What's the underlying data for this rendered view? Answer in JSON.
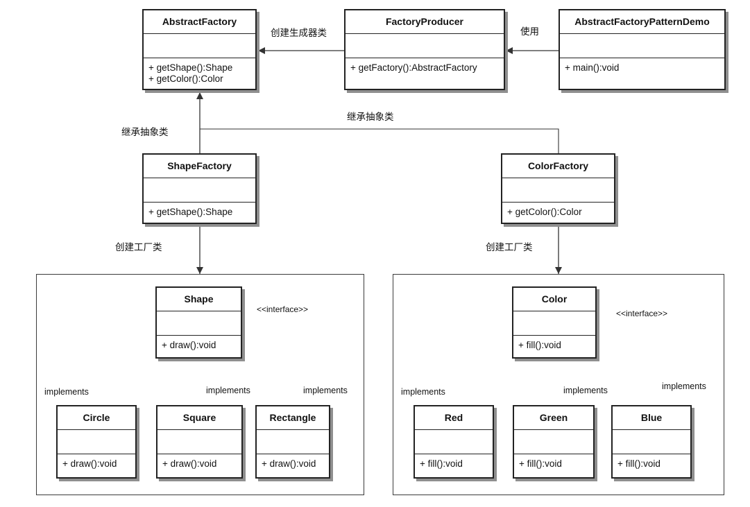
{
  "classes": {
    "abstract_factory": {
      "name": "AbstractFactory",
      "ops": [
        "+ getShape():Shape",
        "+ getColor():Color"
      ]
    },
    "factory_producer": {
      "name": "FactoryProducer",
      "ops": [
        "+ getFactory():AbstractFactory"
      ]
    },
    "demo": {
      "name": "AbstractFactoryPatternDemo",
      "ops": [
        "+ main():void"
      ]
    },
    "shape_factory": {
      "name": "ShapeFactory",
      "ops": [
        "+ getShape():Shape"
      ]
    },
    "color_factory": {
      "name": "ColorFactory",
      "ops": [
        "+ getColor():Color"
      ]
    },
    "shape": {
      "name": "Shape",
      "ops": [
        "+ draw():void"
      ]
    },
    "circle": {
      "name": "Circle",
      "ops": [
        "+ draw():void"
      ]
    },
    "square": {
      "name": "Square",
      "ops": [
        "+ draw():void"
      ]
    },
    "rectangle": {
      "name": "Rectangle",
      "ops": [
        "+ draw():void"
      ]
    },
    "color": {
      "name": "Color",
      "ops": [
        "+ fill():void"
      ]
    },
    "red": {
      "name": "Red",
      "ops": [
        "+ fill():void"
      ]
    },
    "green": {
      "name": "Green",
      "ops": [
        "+ fill():void"
      ]
    },
    "blue": {
      "name": "Blue",
      "ops": [
        "+ fill():void"
      ]
    }
  },
  "labels": {
    "create_producer": "创建生成器类",
    "use": "使用",
    "inherit_left": "继承抽象类",
    "inherit_right": "继承抽象类",
    "create_shape_factory": "创建工厂类",
    "create_color_factory": "创建工厂类",
    "shape_stereotype": "<<interface>>",
    "color_stereotype": "<<interface>>",
    "impl_circle": "implements",
    "impl_square": "implements",
    "impl_rectangle": "implements",
    "impl_red": "implements",
    "impl_green": "implements",
    "impl_blue": "implements"
  }
}
